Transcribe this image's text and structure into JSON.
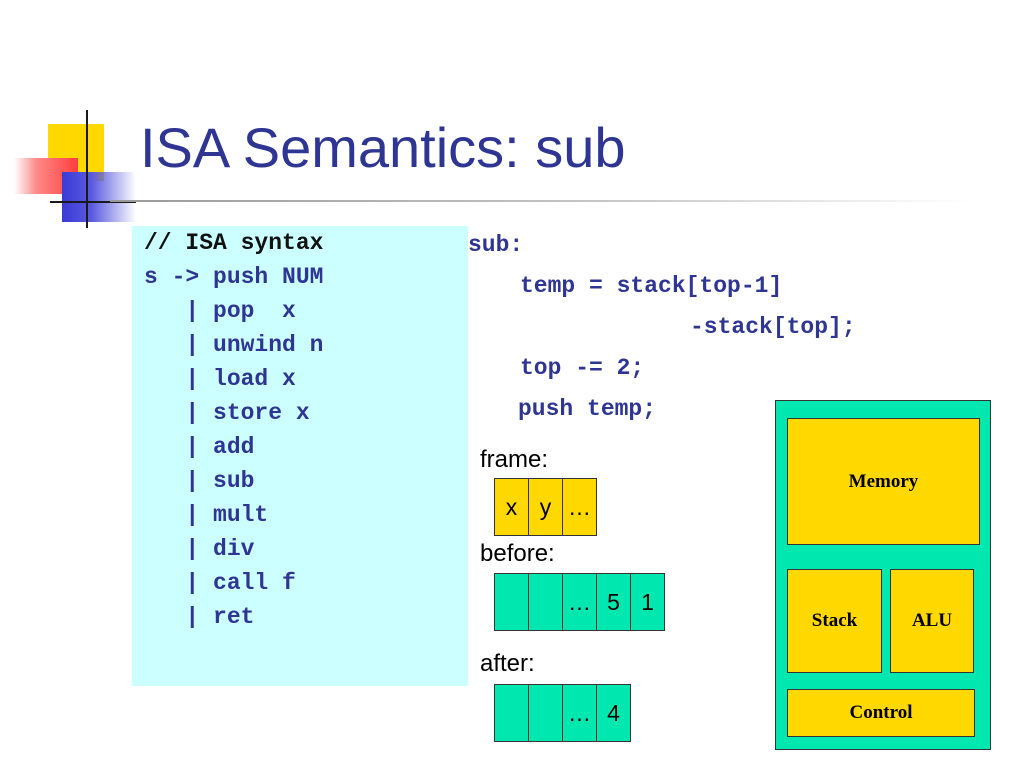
{
  "slide": {
    "title": "ISA Semantics: sub"
  },
  "syntax_box": {
    "lines": [
      "// ISA syntax",
      "s -> push NUM",
      "   | pop  x",
      "   | unwind n",
      "   | load x",
      "   | store x",
      "   | add",
      "   | sub",
      "   | mult",
      "   | div",
      "   | call f",
      "   | ret"
    ]
  },
  "semantics_code": {
    "lines": [
      "sub:",
      "temp = stack[top-1]",
      "-stack[top];",
      "top -= 2;",
      "push temp;"
    ]
  },
  "frame": {
    "label": "frame:",
    "cells": [
      "x",
      "y",
      "…"
    ]
  },
  "before": {
    "label": "before:",
    "cells": [
      "",
      "",
      "…",
      "5",
      "1"
    ]
  },
  "after": {
    "label": "after:",
    "cells": [
      "",
      "",
      "…",
      "4"
    ]
  },
  "machine_diagram": {
    "memory": "Memory",
    "stack": "Stack",
    "alu": "ALU",
    "control": "Control"
  },
  "colors": {
    "title": "#2e3592",
    "code": "#2e3592",
    "syntax_box_bg": "#ccffff",
    "cell_yellow": "#ffd800",
    "cell_green": "#00e8b0"
  }
}
